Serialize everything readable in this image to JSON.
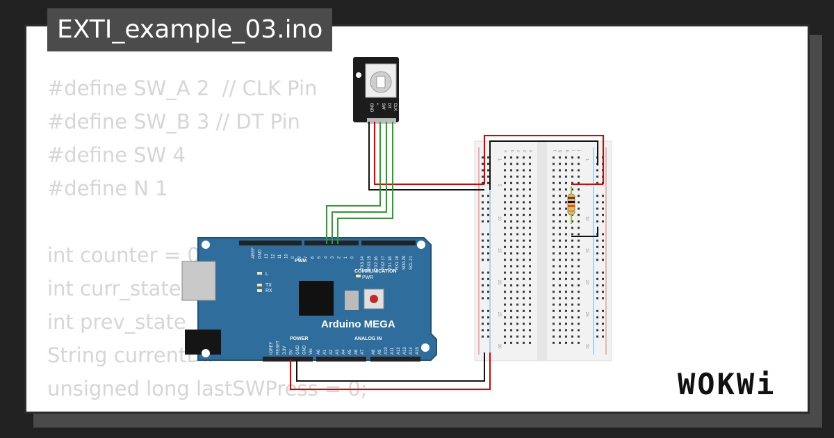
{
  "sketch": {
    "filename": "EXTI_example_03.ino",
    "code_lines": [
      "#define SW_A 2  // CLK Pin",
      "#define SW_B 3 // DT Pin",
      "#define SW 4",
      "#define N 1",
      "",
      "int counter = 0;",
      "int curr_state_A;",
      "int prev_state",
      "String currentDir",
      "unsigned long lastSWPress = 0;"
    ]
  },
  "board": {
    "name": "Arduino MEGA",
    "labels": {
      "pwm": "PWM",
      "communication": "COMMUNICATION",
      "power": "POWER",
      "analog_in": "ANALOG IN",
      "pwr": "PWR",
      "led_l": "L",
      "led_tx": "TX",
      "led_rx": "RX"
    },
    "top_pins": [
      "AREF",
      "GND",
      "13",
      "12",
      "11",
      "10",
      "9",
      "8",
      "7",
      "6",
      "5",
      "4",
      "3",
      "2",
      "1",
      "0"
    ],
    "comm_pins": [
      "TX3 14",
      "RX3 15",
      "TX2 16",
      "RX2 17",
      "TX1 18",
      "RX1 19",
      "SDA 20",
      "SCL 21"
    ],
    "power_pins": [
      "IOREF",
      "RESET",
      "3.3V",
      "5V",
      "GND",
      "GND",
      "Vin"
    ],
    "analog_pins": [
      "A0",
      "A1",
      "A2",
      "A3",
      "A4",
      "A5",
      "A6",
      "A7",
      "A8",
      "A9",
      "A10",
      "A11",
      "A12",
      "A13",
      "A14",
      "A15"
    ]
  },
  "encoder": {
    "pins": [
      "GND",
      "+",
      "SW",
      "DT",
      "CLK"
    ]
  },
  "breadboard": {
    "row_numbers": [
      "1",
      "5",
      "10",
      "15",
      "20",
      "25",
      "30"
    ],
    "column_letters": [
      "a",
      "b",
      "c",
      "d",
      "e",
      "f",
      "g",
      "h",
      "i",
      "j"
    ]
  },
  "brand": {
    "logo_text": "WOKWi"
  },
  "colors": {
    "board": "#2e6d9c",
    "wire_red": "#e00000",
    "wire_black": "#111111",
    "wire_green": "#2e9e2e",
    "code_text": "#d6d6d6"
  }
}
